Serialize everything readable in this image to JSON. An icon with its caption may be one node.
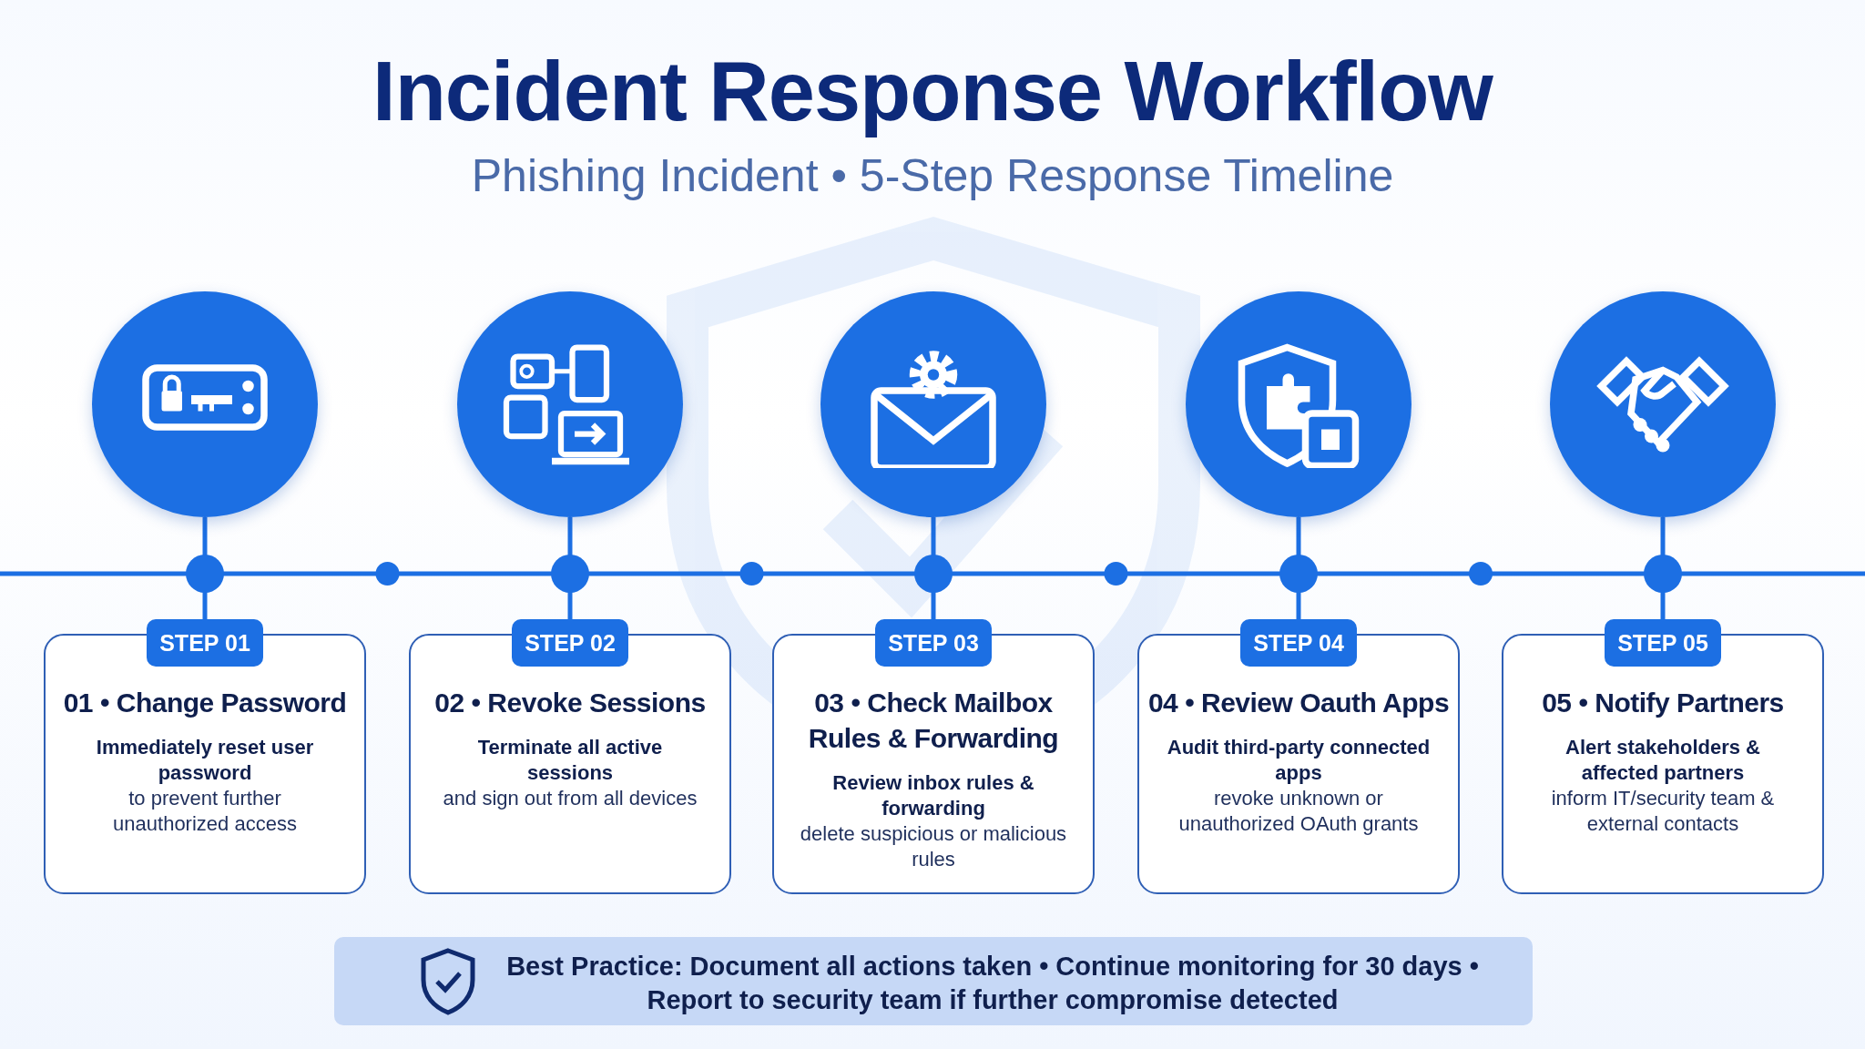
{
  "diagram": {
    "title": "Incident Response Workflow",
    "nodes": [
      {
        "text": [],
        "shape": "circle"
      },
      {
        "text": [],
        "shape": "circle"
      },
      {
        "text": [],
        "shape": "circle"
      },
      {
        "text": [],
        "shape": "circle"
      },
      {
        "text": [],
        "shape": "circle"
      },
      {
        "text": [
          "STEP 01"
        ]
      },
      {
        "text": [
          "01 • Change Password",
          "Immediately reset user password",
          "to prevent further unauthorized access"
        ]
      },
      {
        "text": [
          "STEP 02"
        ]
      },
      {
        "text": [
          "02 • Revoke Sessions",
          "Terminate all active sessions",
          "and sign out from all devices"
        ]
      },
      {
        "text": [
          "STEP 03"
        ]
      },
      {
        "text": [
          "03 • Check Mailbox Rules & Forwarding",
          "Review inbox rules & forwarding",
          "delete suspicious or malicious rules"
        ]
      },
      {
        "text": [
          "STEP 04"
        ]
      },
      {
        "text": [
          "04 • Review Oauth Apps",
          "Audit third-party connected apps",
          "revoke unknown or unauthorized OAuth grants"
        ]
      },
      {
        "text": [
          "STEP 05"
        ]
      },
      {
        "text": [
          "05 • Notify Partners",
          "Alert stakeholders & affected partners",
          "inform IT/security team & external contacts"
        ]
      },
      {
        "text": [
          "Best Practice: Document all actions taken • Continue monitoring for 30 days • Report to security team if further compromise detected"
        ]
      }
    ],
    "edges": [
      {
        "from": 0,
        "to": 5,
        "arrow": "none"
      },
      {
        "from": 1,
        "to": 7,
        "arrow": "none"
      },
      {
        "from": 2,
        "to": 9,
        "arrow": "none"
      },
      {
        "from": 3,
        "to": 11,
        "arrow": "none"
      },
      {
        "from": 4,
        "to": 13,
        "arrow": "none"
      }
    ],
    "labels": [
      "Phishing Incident • 5-Step Response Timeline"
    ]
  }
}
